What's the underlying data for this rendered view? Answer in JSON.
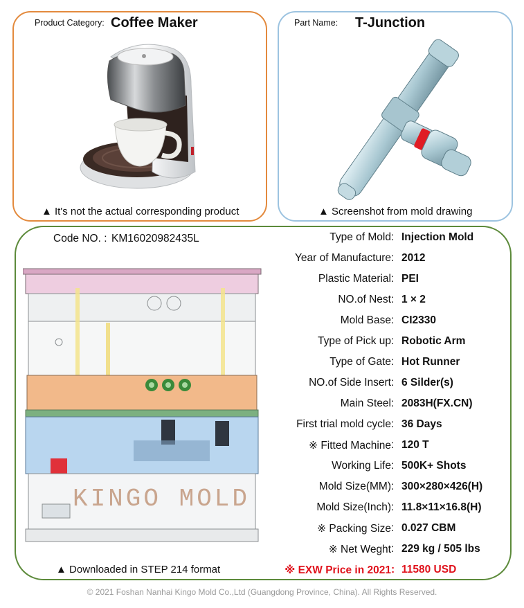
{
  "category": {
    "label": "Product Category:",
    "value": "Coffee Maker",
    "caption": "▲ It's not the actual corresponding product"
  },
  "part": {
    "label": "Part Name:",
    "value": "T-Junction",
    "caption": "▲ Screenshot from mold drawing"
  },
  "mold": {
    "code_label": "Code NO. :",
    "code_value": "KM16020982435L",
    "watermark": "KINGO MOLD",
    "caption": "▲ Downloaded in STEP 214 format"
  },
  "specs": [
    {
      "label": "Type of Mold",
      "value": "Injection Mold"
    },
    {
      "label": "Year of Manufacture",
      "value": "2012"
    },
    {
      "label": "Plastic Material",
      "value": "PEI"
    },
    {
      "label": "NO.of Nest",
      "value": "1 × 2"
    },
    {
      "label": "Mold Base",
      "value": "CI2330"
    },
    {
      "label": "Type of Pick up",
      "value": "Robotic Arm"
    },
    {
      "label": "Type of Gate",
      "value": "Hot Runner"
    },
    {
      "label": "NO.of Side Insert",
      "value": "6 Silder(s)"
    },
    {
      "label": "Main Steel",
      "value": "2083H(FX.CN)"
    },
    {
      "label": "First trial mold cycle",
      "value": "36 Days"
    },
    {
      "label": "※ Fitted Machine",
      "value": "120 T"
    },
    {
      "label": "Working Life",
      "value": "500K+ Shots"
    },
    {
      "label": "Mold Size(MM)",
      "value": "300×280×426(H)"
    },
    {
      "label": "Mold Size(Inch)",
      "value": "11.8×11×16.8(H)"
    },
    {
      "label": "※ Packing Size",
      "value": "0.027 CBM"
    },
    {
      "label": "※ Net Weght",
      "value": "229 kg  / 505 lbs"
    },
    {
      "label": "※ EXW Price in 2021",
      "value": "11580 USD"
    }
  ],
  "footer": "© 2021 Foshan Nanhai Kingo Mold Co.,Ltd (Guangdong Province, China).   All Rights Reserved."
}
